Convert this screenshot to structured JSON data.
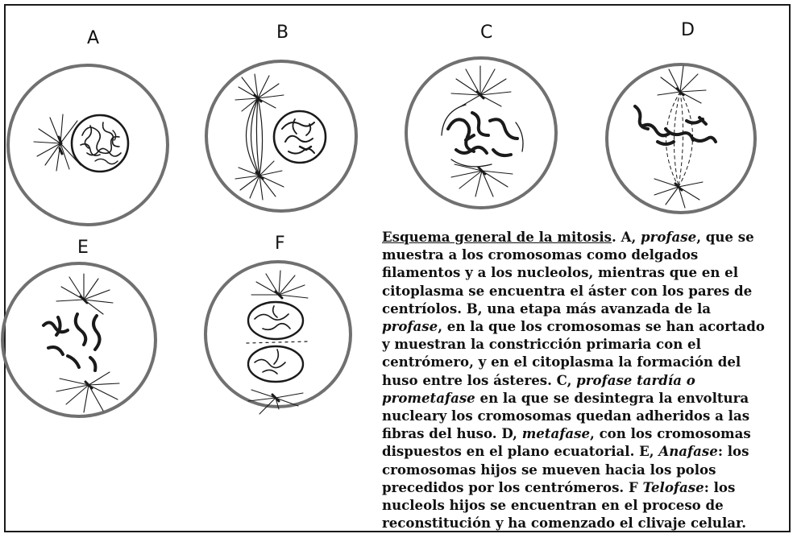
{
  "labels": {
    "a": "A",
    "b": "B",
    "c": "C",
    "d": "D",
    "e": "E",
    "f": "F"
  },
  "caption": {
    "title": "Esquema general de la mitosis",
    "lines": [
      [
        {
          "t": ". A, "
        },
        {
          "t": "profase",
          "i": true
        },
        {
          "t": ", que se"
        }
      ],
      [
        {
          "t": "muestra a los cromosomas como delgados"
        }
      ],
      [
        {
          "t": "filamentos y a los nucleolos, mientras que en el"
        }
      ],
      [
        {
          "t": "citoplasma se encuentra el áster  con los pares de"
        }
      ],
      [
        {
          "t": "centríolos. B, una etapa más avanzada de la"
        }
      ],
      [
        {
          "t": "profase",
          "i": true
        },
        {
          "t": ", en la que los cromosomas se han acortado"
        }
      ],
      [
        {
          "t": "y muestran la constricción primaria con el"
        }
      ],
      [
        {
          "t": "centrómero, y en el citoplasma la formación del"
        }
      ],
      [
        {
          "t": "huso entre los ásteres. C, "
        },
        {
          "t": "profase tardía o",
          "i": true
        }
      ],
      [
        {
          "t": "prometafase",
          "i": true
        },
        {
          "t": " en la que se desintegra la envoltura"
        }
      ],
      [
        {
          "t": "nucleary los cromosomas quedan adheridos a las"
        }
      ],
      [
        {
          "t": "fibras  del huso. D, "
        },
        {
          "t": "metafase",
          "i": true
        },
        {
          "t": ", con los cromosomas"
        }
      ],
      [
        {
          "t": "dispuestos en el plano ecuatorial. E, "
        },
        {
          "t": "Anafase",
          "i": true
        },
        {
          "t": ": los"
        }
      ],
      [
        {
          "t": "cromosomas hijos se mueven hacia los polos"
        }
      ],
      [
        {
          "t": "precedidos por los centrómeros. F "
        },
        {
          "t": "Telofase",
          "i": true
        },
        {
          "t": ": los"
        }
      ],
      [
        {
          "t": "nucleols hijos se encuentran en el proceso de"
        }
      ],
      [
        {
          "t": "reconstitución y ha comenzado el clivaje celular."
        }
      ]
    ]
  },
  "colors": {
    "cell_outline": "#6f6f6f",
    "ink": "#1a1a1a",
    "background": "#ffffff"
  }
}
